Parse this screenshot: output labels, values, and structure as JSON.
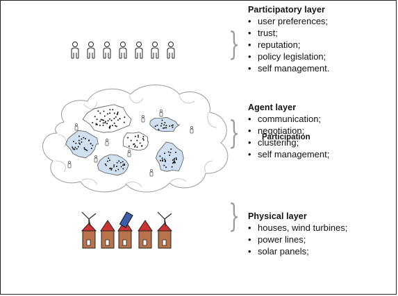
{
  "layers": {
    "participatory": {
      "title": "Participatory layer",
      "items": [
        "user preferences;",
        "trust;",
        "reputation;",
        "policy legislation;",
        "self management."
      ]
    },
    "agent": {
      "title": "Agent layer",
      "items": [
        "communication;",
        "negotiation;",
        "clustering;",
        "self management;"
      ],
      "overlay_label": "Participation"
    },
    "physical": {
      "title": "Physical layer",
      "items": [
        "houses, wind turbines;",
        "power lines;",
        "solar panels;"
      ]
    }
  },
  "brace_color": "#999999",
  "cluster_color": "#cfe0f0",
  "roof_color": "#cc3333",
  "wall_color": "#b8734a"
}
